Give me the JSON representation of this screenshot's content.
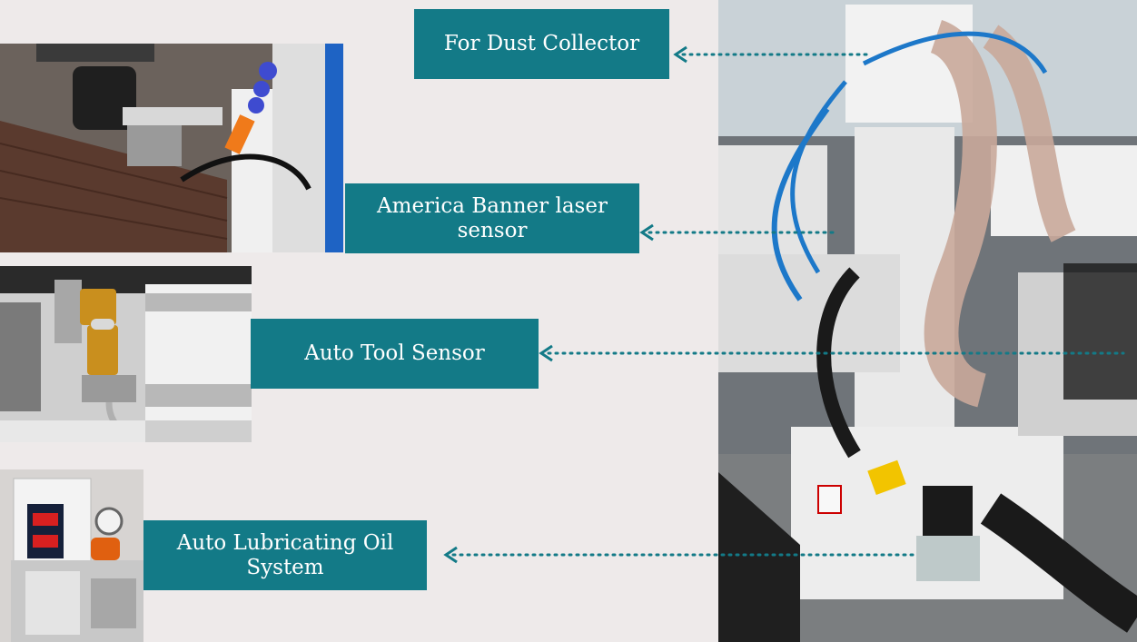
{
  "callouts": {
    "dust_collector": "For Dust Collector",
    "laser_sensor": "America Banner laser sensor",
    "tool_sensor": "Auto Tool Sensor",
    "lube_system": "Auto Lubricating Oil System"
  },
  "colors": {
    "background": "#eeeaea",
    "label_fill": "#137a87",
    "label_text": "#ffffff",
    "arrow": "#137a87"
  }
}
